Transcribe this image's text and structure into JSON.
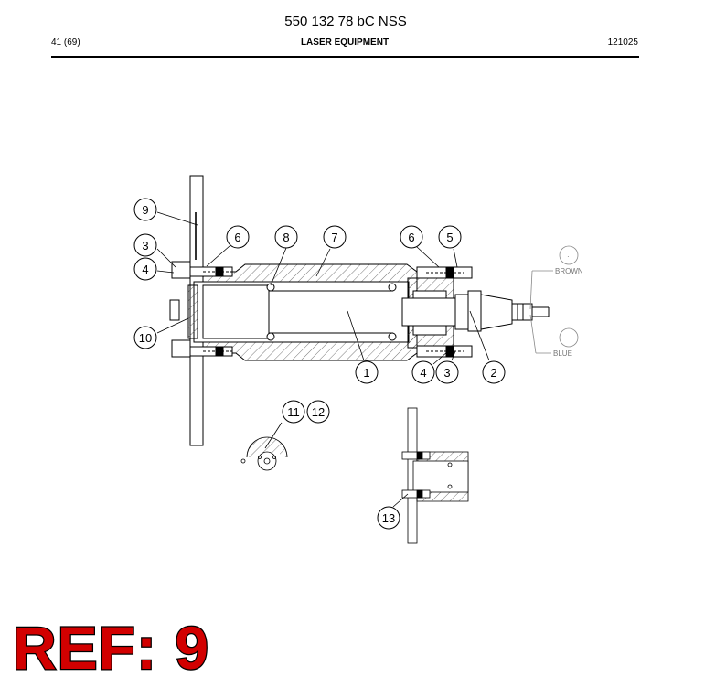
{
  "header": {
    "doc_title": "550 132 78 bC NSS",
    "page_number": "41 (69)",
    "section_title": "LASER EQUIPMENT",
    "doc_code": "121025"
  },
  "drawing": {
    "callouts": {
      "c1": "1",
      "c2": "2",
      "c3a": "3",
      "c3b": "3",
      "c4a": "4",
      "c4b": "4",
      "c5": "5",
      "c6a": "6",
      "c6b": "6",
      "c7": "7",
      "c8": "8",
      "c9": "9",
      "c10": "10",
      "c11": "11",
      "c12": "12",
      "c13": "13"
    },
    "wires": {
      "brown": "BROWN",
      "blue": "BLUE"
    }
  },
  "footer": {
    "ref_label": "REF: 9"
  }
}
